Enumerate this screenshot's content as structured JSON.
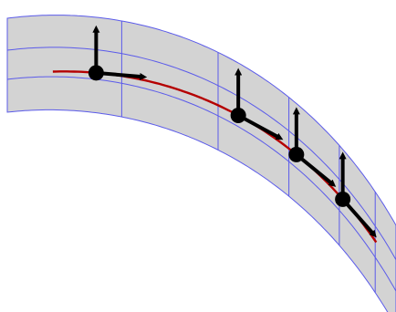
{
  "diagram": {
    "kind": "moving-frame-along-curve",
    "colors": {
      "band_fill": "#d3d3d3",
      "grid_line": "#5b5bea",
      "centerline": "#b50000",
      "frame": "#000000",
      "background": "#ffffff"
    },
    "frame_count": 4,
    "frame_axes": [
      "tangent",
      "normal"
    ]
  }
}
